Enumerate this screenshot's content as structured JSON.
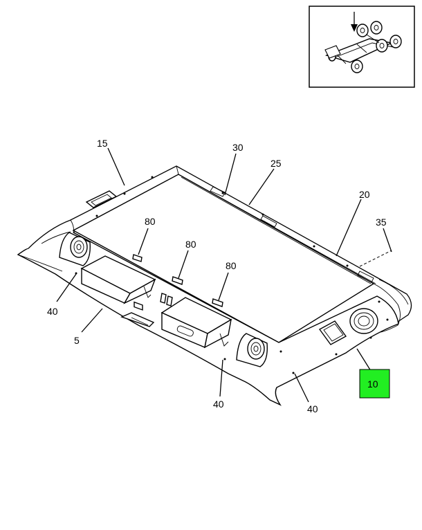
{
  "callouts": {
    "c15": "15",
    "c30": "30",
    "c25": "25",
    "c20": "20",
    "c35": "35",
    "c80a": "80",
    "c80b": "80",
    "c80c": "80",
    "c40a": "40",
    "c5": "5",
    "c40b": "40",
    "c40c": "40",
    "c10": "10"
  },
  "colors": {
    "highlight": "#22ee22",
    "line": "#000000",
    "background": "#ffffff"
  },
  "icons": {
    "locator": "vehicle-locator-icon",
    "arrow": "arrow-down-icon"
  }
}
